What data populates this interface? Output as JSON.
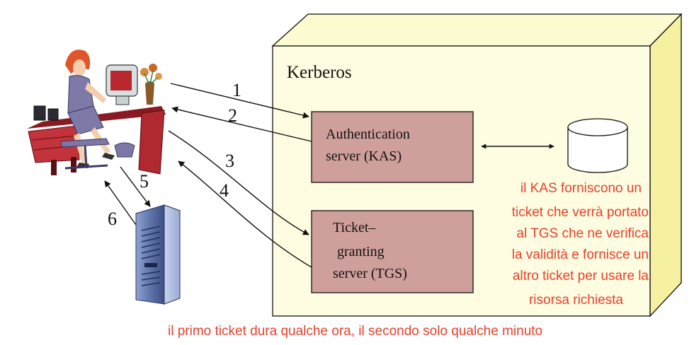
{
  "diagram": {
    "box_title": "Kerberos",
    "kas_label": [
      "Authentication",
      "server (KAS)"
    ],
    "tgs_label": [
      "Ticket–",
      "granting",
      "server (TGS)"
    ],
    "arrow_numbers": [
      "1",
      "2",
      "3",
      "4",
      "5",
      "6"
    ],
    "note_lines": [
      "il KAS forniscono un",
      "ticket che verrà portato",
      "al TGS che ne verifica",
      "la validità e fornisce un",
      "altro ticket per usare la",
      "risorsa richiesta"
    ],
    "footer": "il primo ticket dura qualche ora, il secondo solo qualche minuto",
    "icons": [
      "user-at-desk-icon",
      "server-tower-icon",
      "database-icon"
    ],
    "colors": {
      "box_front": "#FEFDE2",
      "box_top": "#FDFBD0",
      "box_side": "#F6F1A0",
      "server_box": "#CFA09B",
      "note_red": "#E8412C"
    }
  }
}
